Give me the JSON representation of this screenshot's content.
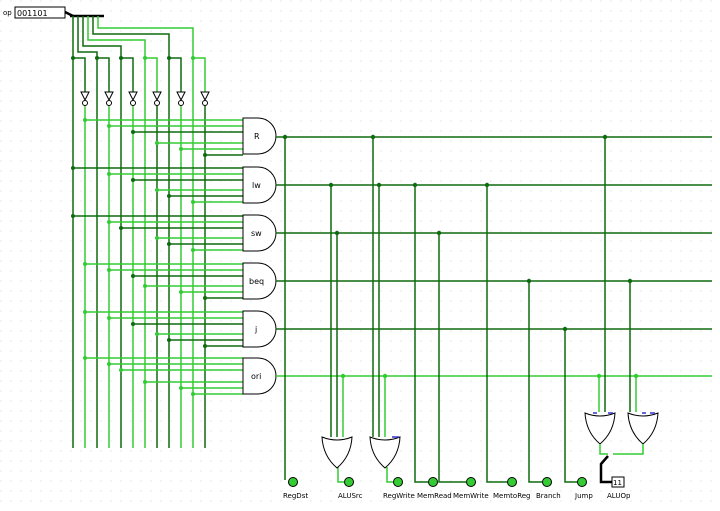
{
  "input_pin": {
    "label": "op",
    "bits": "001101"
  },
  "gates": [
    {
      "id": "and-r",
      "label": "R"
    },
    {
      "id": "and-lw",
      "label": "lw"
    },
    {
      "id": "and-sw",
      "label": "sw"
    },
    {
      "id": "and-beq",
      "label": "beq"
    },
    {
      "id": "and-j",
      "label": "j"
    },
    {
      "id": "and-ori",
      "label": "ori"
    }
  ],
  "outputs": [
    {
      "id": "regdst",
      "label": "RegDst"
    },
    {
      "id": "alusrc",
      "label": "ALUSrc"
    },
    {
      "id": "regwrite",
      "label": "RegWrite"
    },
    {
      "id": "memread",
      "label": "MemRead"
    },
    {
      "id": "memwrite",
      "label": "MemWrite"
    },
    {
      "id": "memtoreg",
      "label": "MemtoReg"
    },
    {
      "id": "branch",
      "label": "Branch"
    },
    {
      "id": "jump",
      "label": "Jump"
    }
  ],
  "aluop": {
    "label": "ALUOp",
    "value": "11"
  },
  "colors": {
    "wire_dark": "#0f6b0f",
    "wire_bright": "#33cc33",
    "bus": "#000000",
    "grid": "#d9d9d9",
    "led_on": "#33cc33",
    "pin_blue": "#3333cc"
  }
}
